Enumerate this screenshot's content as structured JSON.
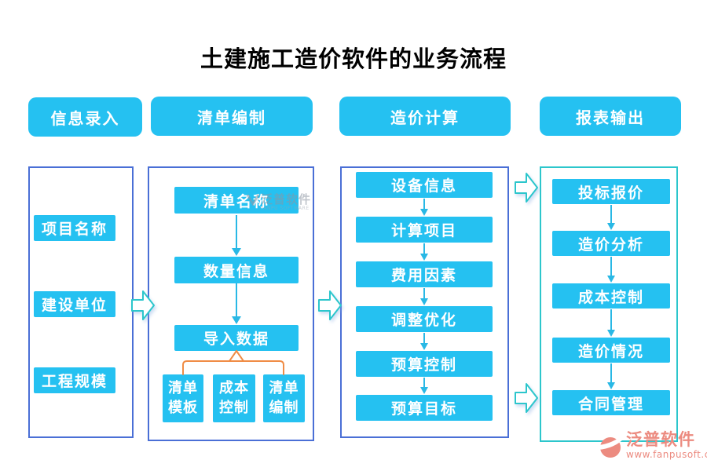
{
  "title": "土建施工造价软件的业务流程",
  "colors": {
    "cyan": "#25c1f1",
    "blue": "#4a6fd6",
    "teal": "#2cc6cc",
    "arrow": "#29b8e5",
    "orange": "#f08c45",
    "salmon": "#ec8b80",
    "ink": "#000000"
  },
  "columns": [
    {
      "header": "信息录入",
      "items": [
        "项目名称",
        "建设单位",
        "工程规模"
      ]
    },
    {
      "header": "清单编制",
      "items": [
        "清单名称",
        "数量信息",
        "导入数据"
      ],
      "branches": [
        "清单模板",
        "成本控制",
        "清单编制"
      ]
    },
    {
      "header": "造价计算",
      "items": [
        "设备信息",
        "计算项目",
        "费用因素",
        "调整优化",
        "预算控制",
        "预算目标"
      ]
    },
    {
      "header": "报表输出",
      "items": [
        "投标报价",
        "造价分析",
        "成本控制",
        "造价情况",
        "合同管理"
      ]
    }
  ],
  "watermark": {
    "text": "泛普软件",
    "sub": "FANPU SOFTWARE"
  },
  "logo": {
    "name": "泛普软件",
    "url": "www.fanpusoft.com"
  }
}
